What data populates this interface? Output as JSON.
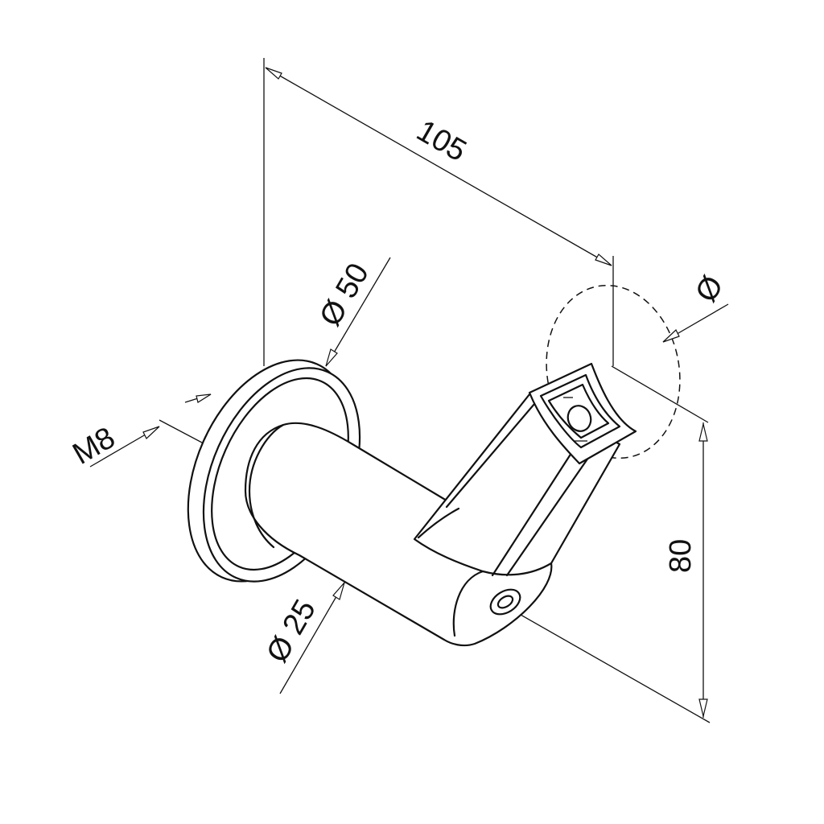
{
  "dimensions": {
    "length_label": "105",
    "height_label": "80",
    "flange_diameter_label": "Ø 50",
    "tube_diameter_label": "Ø 25",
    "thread_label": "M8",
    "rail_diameter_label": "Ø"
  },
  "colors": {
    "line": "#111111",
    "background": "#ffffff"
  }
}
